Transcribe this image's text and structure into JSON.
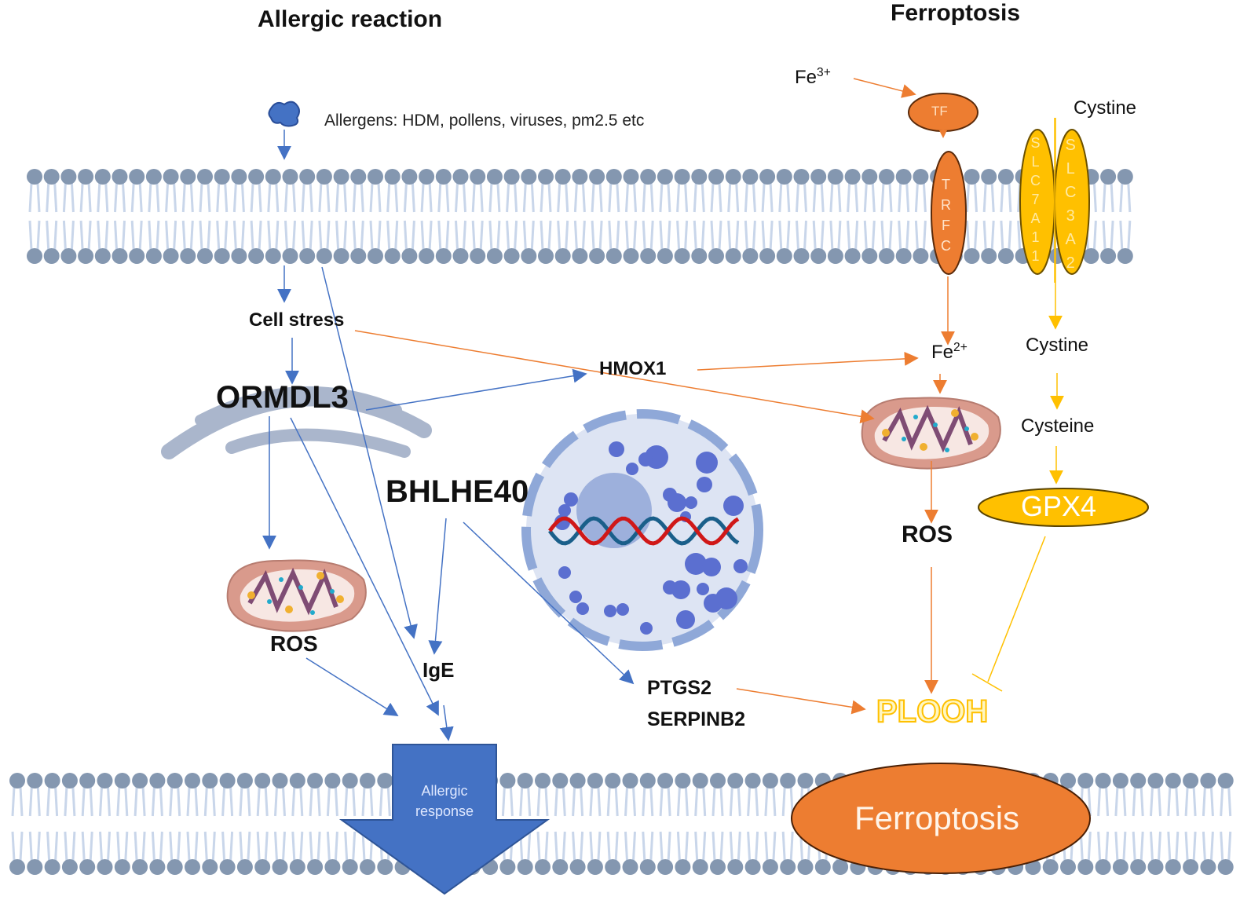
{
  "titles": {
    "left": "Allergic reaction",
    "right": "Ferroptosis"
  },
  "allergic_panel": {
    "allergen_label": "Allergens: HDM, pollens, viruses,  pm2.5 etc",
    "cell_stress": "Cell stress",
    "ormdl3": "ORMDL3",
    "hmox1": "HMOX1",
    "bhlhe40": "BHLHE40",
    "ros": "ROS",
    "ige": "IgE",
    "ptgs2": "PTGS2",
    "serpinb2": "SERPINB2",
    "allergic_response": [
      "Allergic",
      "response"
    ]
  },
  "ferroptosis_panel": {
    "fe3_base": "Fe",
    "fe3_charge": "3+",
    "tf": "TF",
    "trfc_letters": [
      "T",
      "R",
      "F",
      "C"
    ],
    "slc7a11_letters": [
      "S",
      "L",
      "C",
      "7",
      "A",
      "1",
      "1"
    ],
    "slc3a2_letters": [
      "S",
      "L",
      "C",
      "3",
      "A",
      "2"
    ],
    "cystine_outside": "Cystine",
    "fe2_base": "Fe",
    "fe2_charge": "2+",
    "cystine_inside": "Cystine",
    "cysteine": "Cysteine",
    "gpx4": "GPX4",
    "ros": "ROS",
    "plooh": "PLOOH",
    "ferroptosis_outcome": "Ferroptosis"
  },
  "colors": {
    "blue_arrow": "#4472c4",
    "orange_arrow": "#ed7d31",
    "yellow_arrow": "#ffc000",
    "membrane_head": "#8497b0",
    "membrane_tail": "#c9d6ea",
    "orange_fill": "#ed7d31",
    "yellow_fill": "#ffc000",
    "nucleus_fill": "#dae3f3"
  }
}
